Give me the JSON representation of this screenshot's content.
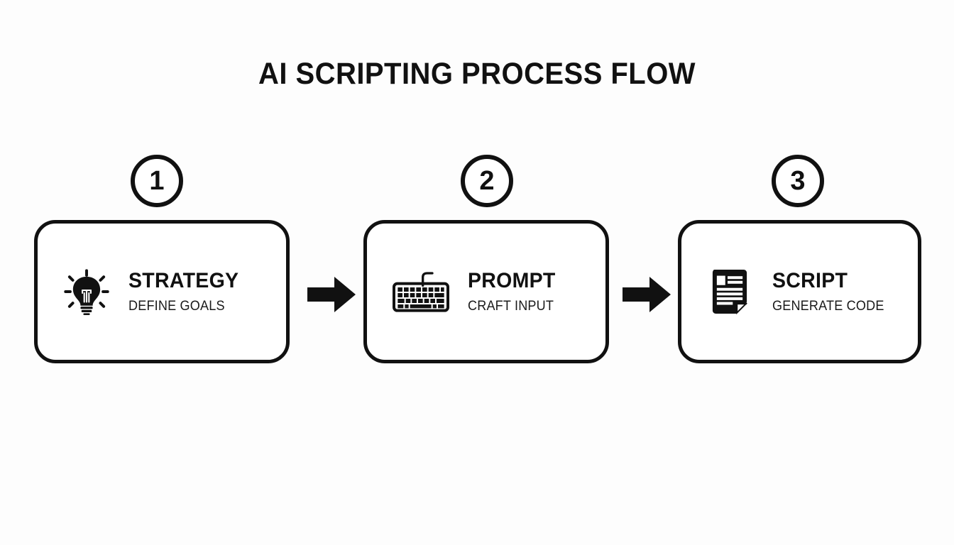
{
  "title": "AI SCRIPTING PROCESS FLOW",
  "theme": {
    "background": "#fdfdfd",
    "ink": "#111111",
    "card_fill": "#ffffff",
    "accent": "#111111"
  },
  "steps": [
    {
      "number": "1",
      "title": "STRATEGY",
      "subtitle": "DEFINE GOALS",
      "icon": "lightbulb-icon"
    },
    {
      "number": "2",
      "title": "PROMPT",
      "subtitle": "CRAFT INPUT",
      "icon": "keyboard-icon"
    },
    {
      "number": "3",
      "title": "SCRIPT",
      "subtitle": "GENERATE CODE",
      "icon": "document-icon"
    }
  ],
  "connectors": [
    {
      "name": "arrow-right-icon",
      "from": "1",
      "to": "2"
    },
    {
      "name": "arrow-right-icon",
      "from": "2",
      "to": "3"
    }
  ]
}
